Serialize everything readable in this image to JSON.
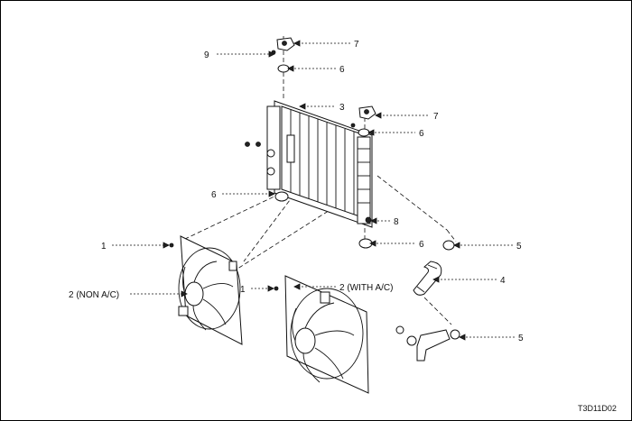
{
  "figure_code": "T3D11D02",
  "callouts": {
    "c7_top": "7",
    "c9": "9",
    "c6_top": "6",
    "c3": "3",
    "c7_right": "7",
    "c6_right": "6",
    "c6_left": "6",
    "c8": "8",
    "c6_bottom": "6",
    "c5_top": "5",
    "c1_left": "1",
    "c2_non_ac": "2 (NON A/C)",
    "c1_mid": "1",
    "c2_with_ac": "2 (WITH A/C)",
    "c4": "4",
    "c5_bottom": "5"
  }
}
